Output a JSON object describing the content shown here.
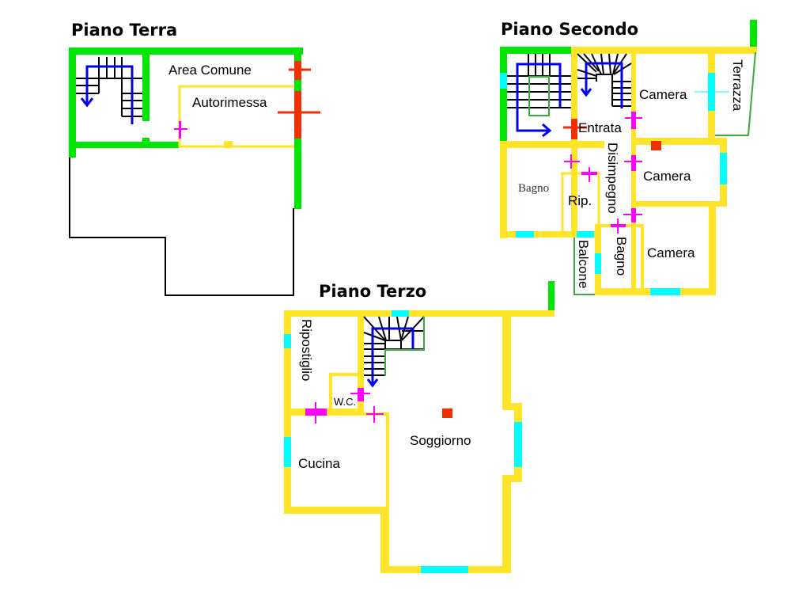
{
  "floors": {
    "terra": {
      "title": "Piano Terra",
      "rooms": [
        "Area Comune",
        "Autorimessa"
      ]
    },
    "secondo": {
      "title": "Piano Secondo",
      "rooms": [
        "Entrata",
        "Camera",
        "Terrazza",
        "Disimpegno",
        "Camera",
        "Bagno",
        "Rip.",
        "Bagno",
        "Camera",
        "Balcone"
      ]
    },
    "terzo": {
      "title": "Piano Terzo",
      "rooms": [
        "Ripostiglio",
        "W.C.",
        "Soggiorno",
        "Cucina"
      ]
    }
  },
  "colors": {
    "wall_shared": "#00e600",
    "wall_private": "#ffe52a",
    "window": "#00ffff",
    "door": "#ff00ff",
    "entrance": "#f03000",
    "stairs_direction": "#0000ee"
  }
}
